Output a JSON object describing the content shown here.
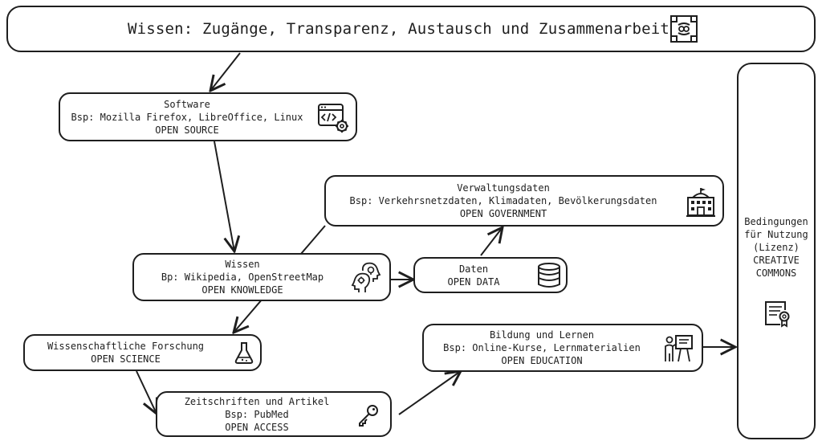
{
  "header": {
    "title": "Wissen: Zugänge, Transparenz, Austausch und Zusammenarbeit",
    "icon": "collaboration-hands-icon"
  },
  "nodes": {
    "software": {
      "title": "Software",
      "example": "Bsp: Mozilla Firefox, LibreOffice, Linux",
      "label": "OPEN SOURCE",
      "icon": "code-window-gear-icon"
    },
    "verwaltungsdaten": {
      "title": "Verwaltungsdaten",
      "example": "Bsp: Verkehrsnetzdaten, Klimadaten, Bevölkerungsdaten",
      "label": "OPEN GOVERNMENT",
      "icon": "government-building-icon"
    },
    "wissen": {
      "title": "Wissen",
      "example": "Bp: Wikipedia, OpenStreetMap",
      "label": "OPEN KNOWLEDGE",
      "icon": "heads-lightbulb-gear-icon"
    },
    "daten": {
      "title": "Daten",
      "label": "OPEN DATA",
      "icon": "database-icon"
    },
    "forschung": {
      "title": "Wissenschaftliche Forschung",
      "label": "OPEN SCIENCE",
      "icon": "flask-icon"
    },
    "bildung": {
      "title": "Bildung und Lernen",
      "example": "Bsp: Online-Kurse, Lernmaterialien",
      "label": "OPEN EDUCATION",
      "icon": "teacher-board-icon"
    },
    "zeitschriften": {
      "title": "Zeitschriften und Artikel",
      "example": "Bsp: PubMed",
      "label": "OPEN ACCESS",
      "icon": "key-icon"
    },
    "cc": {
      "line1": "Bedingungen",
      "line2": "für Nutzung",
      "line3": "(Lizenz)",
      "line4": "CREATIVE",
      "line5": "COMMONS",
      "icon": "certificate-icon"
    }
  },
  "connections": [
    {
      "from": "header",
      "to": "software"
    },
    {
      "from": "software",
      "to": "wissen"
    },
    {
      "from": "verwaltungsdaten",
      "to": "forschung"
    },
    {
      "from": "wissen",
      "to": "daten"
    },
    {
      "from": "daten",
      "to": "verwaltungsdaten"
    },
    {
      "from": "forschung",
      "to": "zeitschriften"
    },
    {
      "from": "zeitschriften",
      "to": "bildung"
    },
    {
      "from": "bildung",
      "to": "cc"
    }
  ]
}
